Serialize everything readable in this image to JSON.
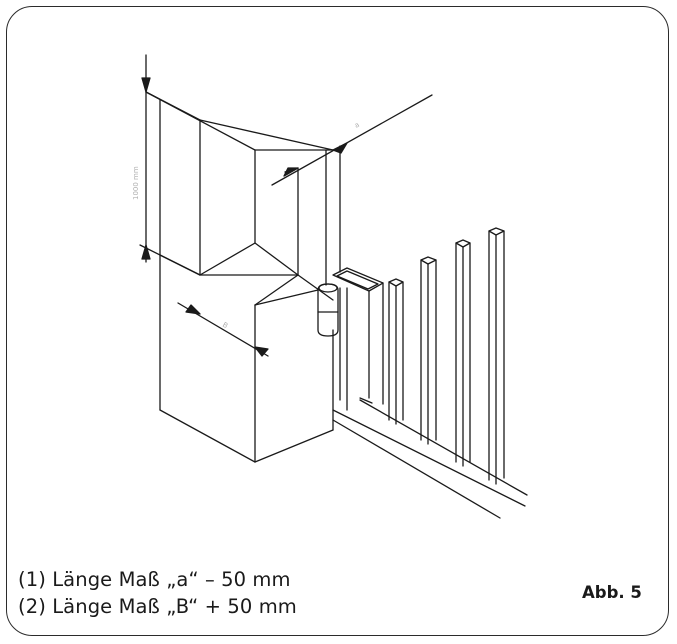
{
  "captions": {
    "line1": "(1) Länge Maß „a“ – 50 mm",
    "line2": "(2) Länge Maß „B“ + 50 mm"
  },
  "figure_label": "Abb. 5",
  "dimension_labels": {
    "vertical": "1000 mm",
    "top_right": "a",
    "mid_left": "B"
  },
  "colors": {
    "line": "#1a1a1a",
    "background": "#ffffff",
    "frame": "#2b2b2b"
  }
}
